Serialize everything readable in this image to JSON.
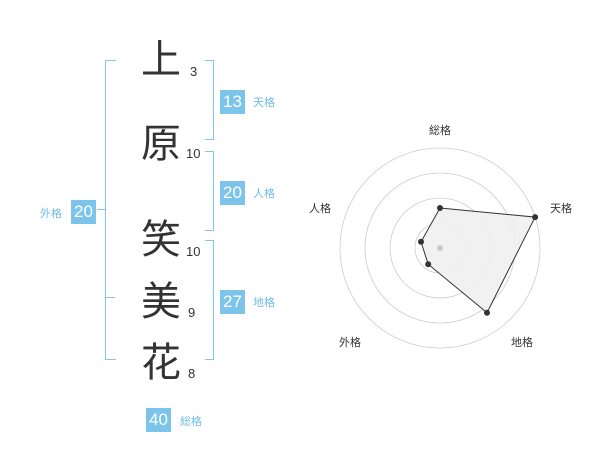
{
  "name": {
    "chars": [
      {
        "char": "上",
        "strokes": "3"
      },
      {
        "char": "原",
        "strokes": "10"
      },
      {
        "char": "笑",
        "strokes": "10"
      },
      {
        "char": "美",
        "strokes": "9"
      },
      {
        "char": "花",
        "strokes": "8"
      }
    ]
  },
  "kaku": {
    "tenkaku": {
      "label": "天格",
      "value": "13"
    },
    "jinkaku": {
      "label": "人格",
      "value": "20"
    },
    "chikaku": {
      "label": "地格",
      "value": "27"
    },
    "gaikaku": {
      "label": "外格",
      "value": "20"
    },
    "soukaku": {
      "label": "総格",
      "value": "40"
    }
  },
  "colors": {
    "accent": "#7cc4ea",
    "bracket": "#82c8ee",
    "text": "#333333"
  },
  "chart_data": {
    "type": "radar",
    "axes": [
      "総格",
      "天格",
      "地格",
      "外格",
      "人格"
    ],
    "values": [
      2,
      5,
      4,
      1,
      1
    ],
    "rmax": 5,
    "rings": 4
  }
}
